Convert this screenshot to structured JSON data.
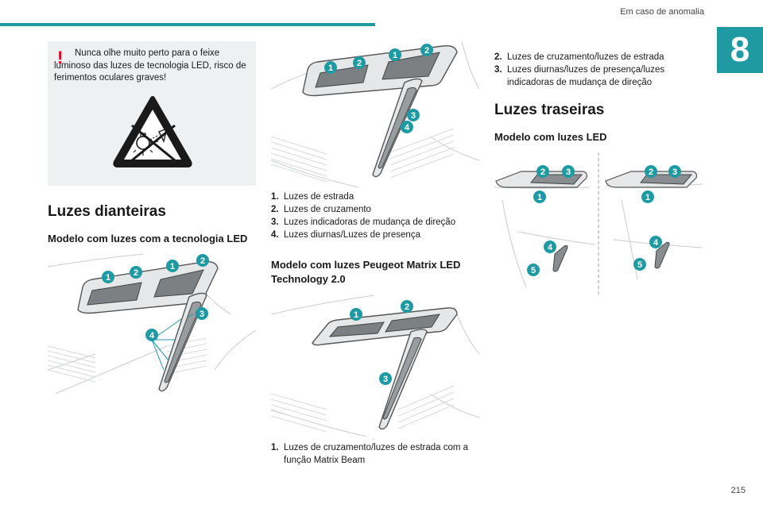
{
  "header": {
    "section_title": "Em caso de anomalia",
    "chapter_number": "8"
  },
  "warning": {
    "mark": "!",
    "text": "Nunca olhe muito perto para o feixe luminoso das luzes de tecnologia LED, risco de ferimentos oculares graves!",
    "icon": "no-look-at-light-warning-icon"
  },
  "front": {
    "title": "Luzes dianteiras",
    "led_model": {
      "title": "Modelo com luzes com a tecnologia LED",
      "markers": [
        "1",
        "2",
        "1",
        "2",
        "3",
        "4"
      ],
      "legend": [
        {
          "num": "1.",
          "text": "Luzes de estrada"
        },
        {
          "num": "2.",
          "text": "Luzes de cruzamento"
        },
        {
          "num": "3.",
          "text": "Luzes indicadoras de mudança de direção"
        },
        {
          "num": "4.",
          "text": "Luzes diurnas/Luzes de presença"
        }
      ]
    },
    "matrix_model": {
      "title": "Modelo com luzes Peugeot Matrix LED Technology 2.0",
      "markers": [
        "1",
        "2",
        "3"
      ],
      "legend_1": {
        "num": "1.",
        "text": "Luzes de cruzamento/luzes de estrada com a função Matrix Beam"
      },
      "legend_2": [
        {
          "num": "2.",
          "text": "Luzes de cruzamento/luzes de estrada"
        },
        {
          "num": "3.",
          "text": "Luzes diurnas/luzes de presença/luzes indicadoras de mudança de direção"
        }
      ]
    }
  },
  "rear": {
    "title": "Luzes traseiras",
    "led_model": {
      "title": "Modelo com luzes LED",
      "markers_left": [
        "2",
        "3",
        "1",
        "4",
        "5"
      ],
      "markers_right": [
        "2",
        "3",
        "1",
        "4",
        "5"
      ]
    }
  },
  "footer": {
    "page_number": "215"
  },
  "colors": {
    "accent": "#1f9aa3",
    "warning_red": "#e2001a",
    "box_bg": "#eef0f1"
  }
}
